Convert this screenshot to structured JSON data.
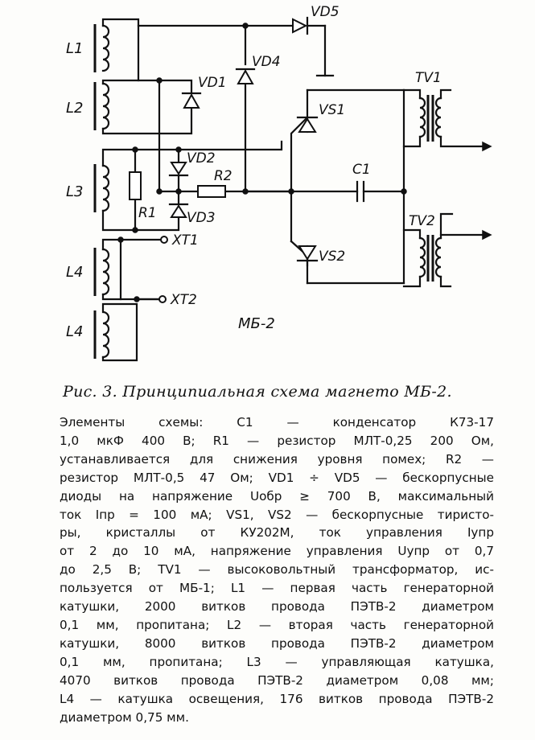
{
  "diagram": {
    "title": "МБ-2",
    "coil_labels": {
      "l1": "L1",
      "l2": "L2",
      "l3": "L3",
      "l4_upper": "L4",
      "l4_lower": "L4"
    },
    "component_labels": {
      "vd1": "VD1",
      "vd2": "VD2",
      "vd3": "VD3",
      "vd4": "VD4",
      "vd5": "VD5",
      "r1": "R1",
      "r2": "R2",
      "c1": "C1",
      "vs1": "VS1",
      "vs2": "VS2",
      "tv1": "TV1",
      "tv2": "TV2",
      "xt1": "XT1",
      "xt2": "XT2"
    }
  },
  "caption": "Рис. 3. Принципиальная схема магнето МБ-2.",
  "description_lines": [
    "Элементы схемы: C1 — конденсатор К73-17",
    "1,0 мкФ 400 В; R1 — резистор МЛТ-0,25 200 Ом,",
    "устанавливается для снижения уровня помех; R2 —",
    "резистор МЛТ-0,5 47 Ом; VD1 ÷ VD5 — бескорпусные",
    "диоды на напряжение Uобр ≥ 700 В, максимальный",
    "ток Iпр = 100 мА; VS1, VS2 — бескорпусные тиристо-",
    "ры, кристаллы от КУ202М, ток управления Iупр",
    "от 2 до 10 мА, напряжение управления Uупр от 0,7",
    "до 2,5 В; TV1 — высоковольтный трансформатор, ис-",
    "пользуется от МБ-1; L1 — первая часть генераторной",
    "катушки, 2000 витков провода ПЭТВ-2 диаметром",
    "0,1 мм, пропитана; L2 — вторая часть генераторной",
    "катушки, 8000 витков провода ПЭТВ-2 диаметром",
    "0,1 мм, пропитана; L3 — управляющая катушка,",
    "4070 витков провода ПЭТВ-2 диаметром 0,08 мм;",
    "L4 — катушка освещения, 176 витков провода ПЭТВ-2",
    "диаметром 0,75 мм."
  ]
}
